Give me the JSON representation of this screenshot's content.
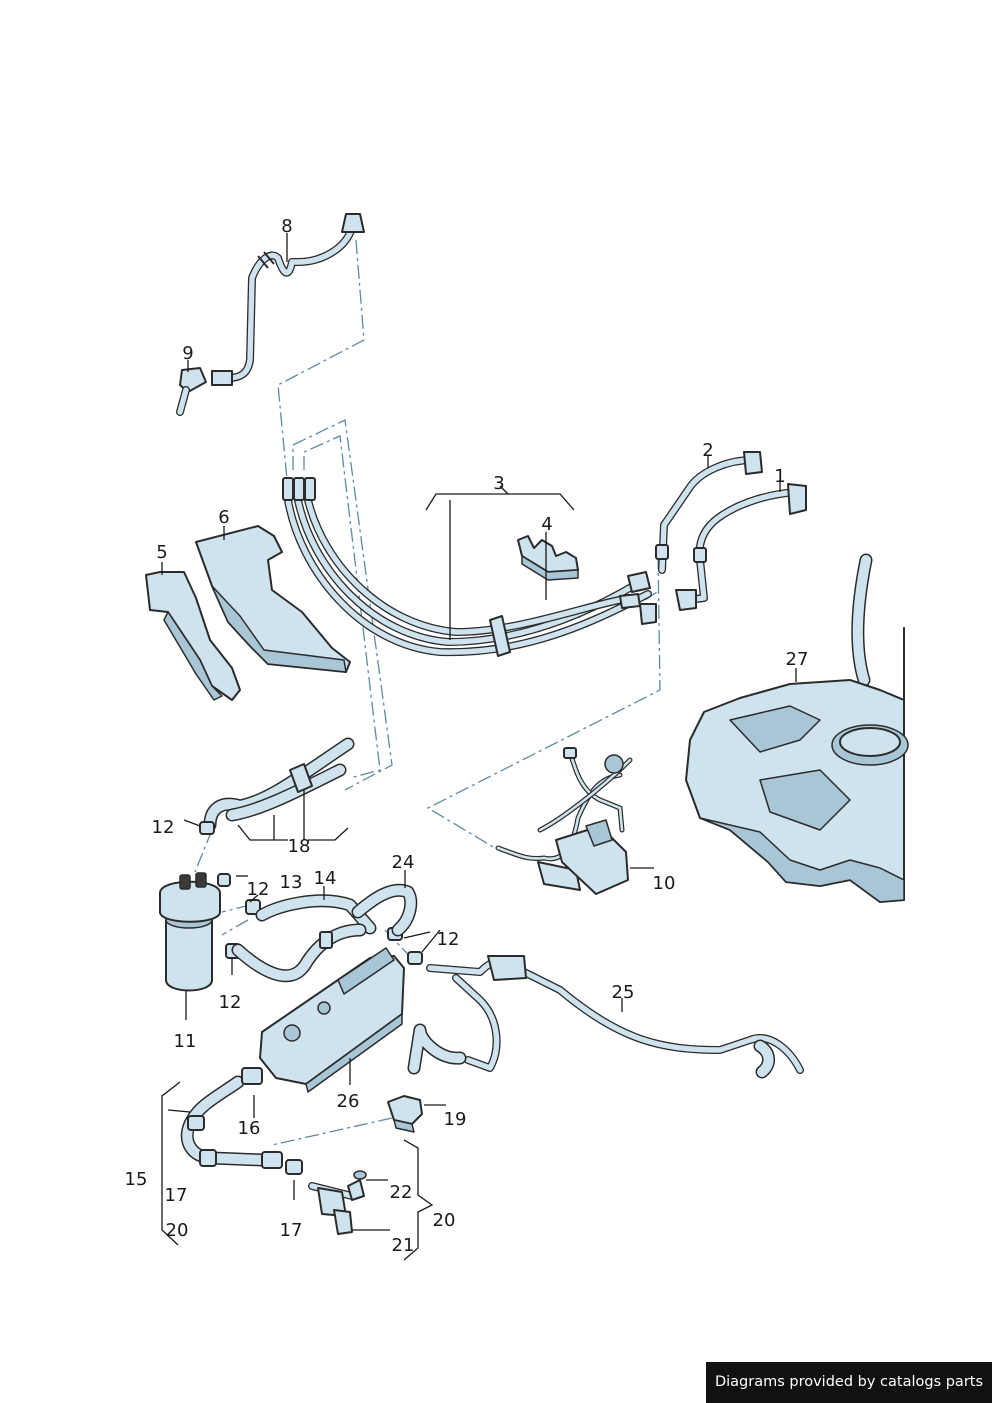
{
  "diagram": {
    "labels": [
      "1",
      "2",
      "3",
      "4",
      "5",
      "6",
      "8",
      "9",
      "10",
      "11",
      "12",
      "13",
      "14",
      "15",
      "16",
      "17",
      "18",
      "19",
      "20",
      "21",
      "22",
      "24",
      "25",
      "26",
      "27"
    ],
    "part_labels": [
      {
        "id": "p1",
        "text": "1"
      },
      {
        "id": "p2",
        "text": "2"
      },
      {
        "id": "p3",
        "text": "3"
      },
      {
        "id": "p4",
        "text": "4"
      },
      {
        "id": "p5",
        "text": "5"
      },
      {
        "id": "p6",
        "text": "6"
      },
      {
        "id": "p8",
        "text": "8"
      },
      {
        "id": "p9",
        "text": "9"
      },
      {
        "id": "p10",
        "text": "10"
      },
      {
        "id": "p11",
        "text": "11"
      },
      {
        "id": "p12a",
        "text": "12"
      },
      {
        "id": "p12b",
        "text": "12"
      },
      {
        "id": "p12c",
        "text": "12"
      },
      {
        "id": "p12d",
        "text": "12"
      },
      {
        "id": "p13",
        "text": "13"
      },
      {
        "id": "p14",
        "text": "14"
      },
      {
        "id": "p15",
        "text": "15"
      },
      {
        "id": "p16",
        "text": "16"
      },
      {
        "id": "p17a",
        "text": "17"
      },
      {
        "id": "p17b",
        "text": "17"
      },
      {
        "id": "p18",
        "text": "18"
      },
      {
        "id": "p19",
        "text": "19"
      },
      {
        "id": "p20a",
        "text": "20"
      },
      {
        "id": "p20b",
        "text": "20"
      },
      {
        "id": "p21",
        "text": "21"
      },
      {
        "id": "p22",
        "text": "22"
      },
      {
        "id": "p24",
        "text": "24"
      },
      {
        "id": "p25",
        "text": "25"
      },
      {
        "id": "p26",
        "text": "26"
      },
      {
        "id": "p27",
        "text": "27"
      }
    ]
  },
  "footer": {
    "credit": "Diagrams provided by catalogs parts"
  },
  "colors": {
    "part_fill": "#cfe3ee",
    "part_shade": "#a9c6d6",
    "outline": "#2b2b2b",
    "dash_line": "#5e8aa3",
    "credit_bg": "#111111",
    "credit_text": "#ffffff"
  }
}
